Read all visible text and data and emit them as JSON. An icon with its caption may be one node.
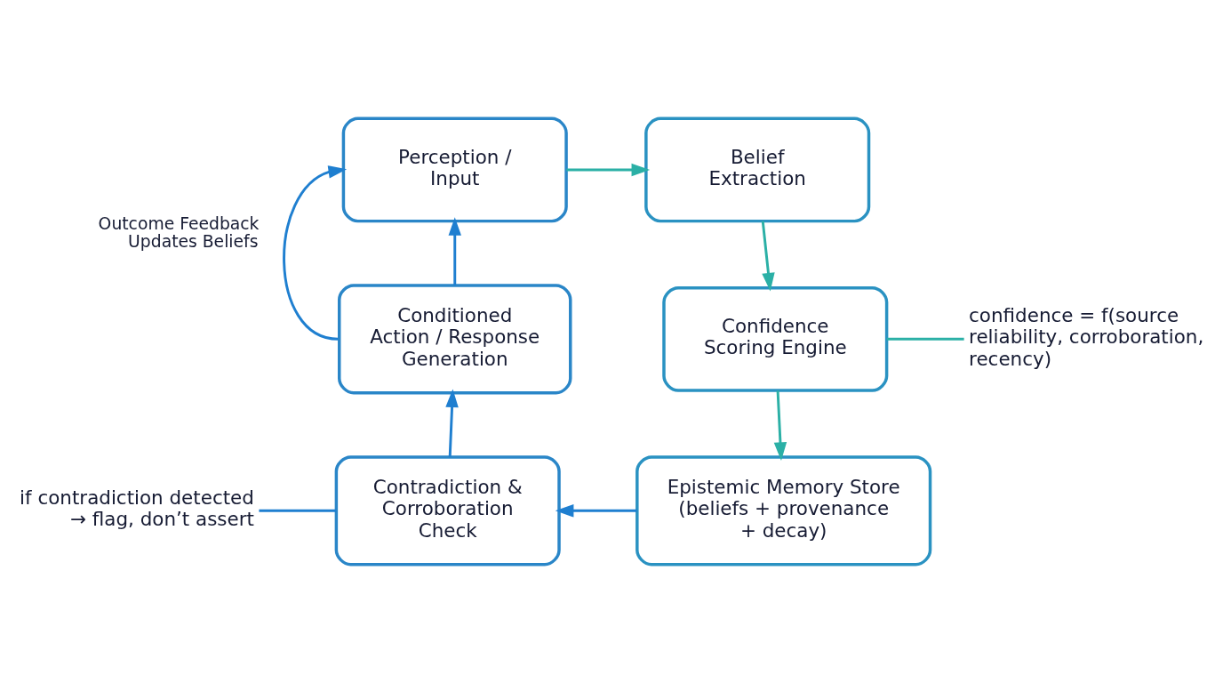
{
  "diagram": {
    "nodes": [
      {
        "text": [
          "Perception / Input"
        ]
      },
      {
        "text": [
          "Belief Extraction"
        ]
      },
      {
        "text": [
          "Confidence Scoring Engine"
        ]
      },
      {
        "text": [
          "Epistemic Memory Store",
          "(beliefs + provenance + decay)"
        ]
      },
      {
        "text": [
          "Contradiction & Corroboration Check"
        ]
      },
      {
        "text": [
          "Conditioned Action / Response Generation"
        ]
      },
      {
        "text": [
          "confidence = f(source reliability, corroboration, recency)"
        ]
      },
      {
        "text": [
          "if contradiction detected → flag, don’t assert"
        ]
      }
    ],
    "edges": [
      {
        "from": 0,
        "to": 1,
        "arrow": "to",
        "color": "#2bb0a6"
      },
      {
        "from": 1,
        "to": 2,
        "arrow": "to",
        "color": "#2bb0a6"
      },
      {
        "from": 2,
        "to": 3,
        "arrow": "to",
        "color": "#2bb0a6"
      },
      {
        "from": 3,
        "to": 4,
        "arrow": "to"
      },
      {
        "from": 4,
        "to": 5,
        "arrow": "to"
      },
      {
        "from": 5,
        "to": 0,
        "arrow": "to"
      },
      {
        "from": 5,
        "to": 0,
        "arrow": "to",
        "label": "Outcome Feedback Updates Beliefs"
      },
      {
        "from": 6,
        "to": 2,
        "arrow": "none",
        "color": "#2bb0a6"
      },
      {
        "from": 7,
        "to": 4,
        "arrow": "none"
      }
    ]
  }
}
